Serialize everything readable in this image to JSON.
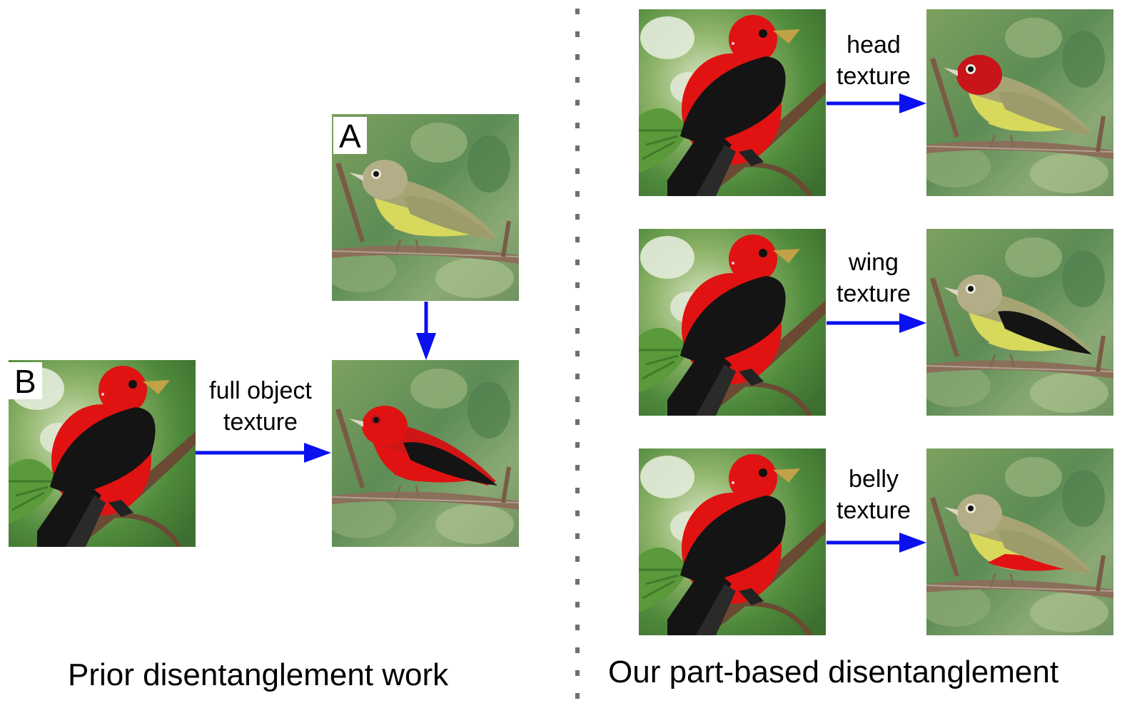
{
  "colors": {
    "arrow": "#0a10ee",
    "divider": "#6f6f6f",
    "scarlet_red": "#e11212",
    "wing_black": "#141414",
    "warbler_yellow": "#d7d95c",
    "warbler_gray": "#b3ad88",
    "foliage": "#5f8e46"
  },
  "left_panel": {
    "label_a": "A",
    "label_b": "B",
    "arrow_label": [
      "full object",
      "texture"
    ],
    "caption": "Prior disentanglement work"
  },
  "right_panel": {
    "rows": [
      {
        "label": [
          "head",
          "texture"
        ],
        "transfer_part": "head"
      },
      {
        "label": [
          "wing",
          "texture"
        ],
        "transfer_part": "wing"
      },
      {
        "label": [
          "belly",
          "texture"
        ],
        "transfer_part": "belly"
      }
    ],
    "caption": "Our part-based disentanglement"
  }
}
